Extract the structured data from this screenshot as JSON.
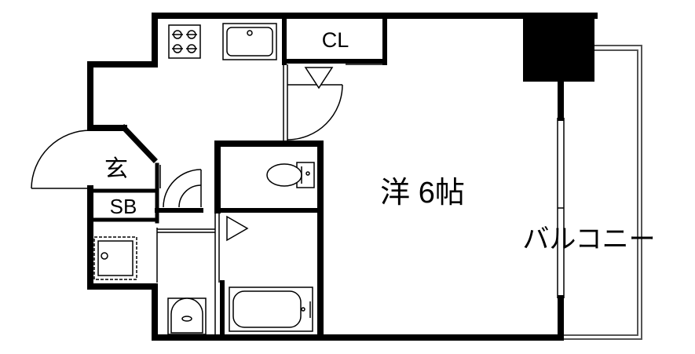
{
  "floorplan": {
    "rooms": {
      "closet": "CL",
      "entrance": "玄",
      "shoe_box": "SB",
      "western_room": "洋 6帖",
      "balcony": "バルコニー"
    },
    "colors": {
      "wall": "#000000",
      "line": "#000000",
      "fixture_fill": "#ffffff",
      "balcony_line": "#555555"
    }
  }
}
